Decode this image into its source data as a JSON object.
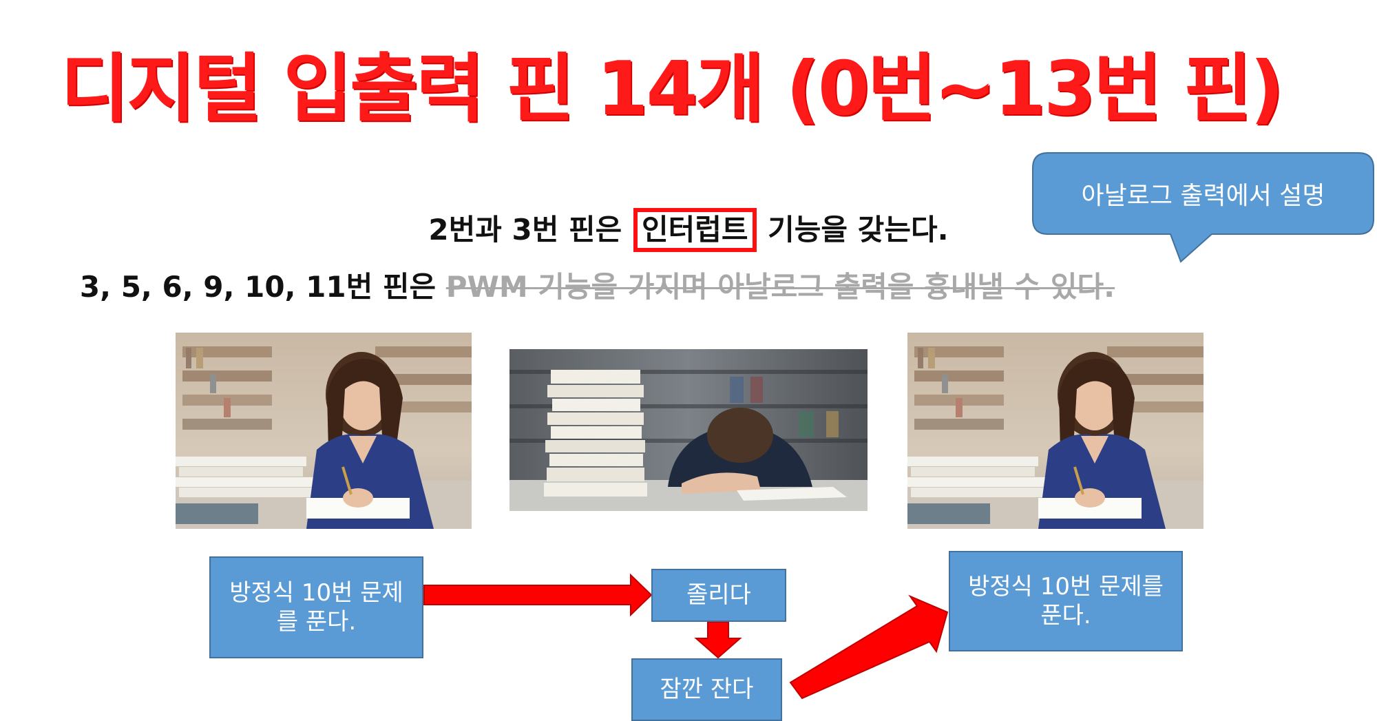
{
  "slide": {
    "title": "디지털 입출력 핀 14개 (0번~13번 핀)",
    "line1": {
      "before": "2번과 3번 핀은",
      "boxed": "인터럽트",
      "after": "기능을 갖는다."
    },
    "line2": {
      "normal": "3, 5, 6, 9, 10, 11번 핀은",
      "struck": "PWM 기능을 가지며 아날로그 출력을 흉내낼 수 있다."
    },
    "callout": "아날로그 출력에서 설명",
    "flow": {
      "step1": "방정식 10번 문제를 푼다.",
      "step2": "졸리다",
      "step3": "잠깐 잔다",
      "step4": "방정식 10번 문제를 푼다."
    }
  },
  "colors": {
    "title": "#ff1a1a",
    "box_border": "#ff1010",
    "flow_box": "#5b9bd5",
    "arrow": "#ff0000",
    "strikethrough_text": "#a8a8a8"
  }
}
